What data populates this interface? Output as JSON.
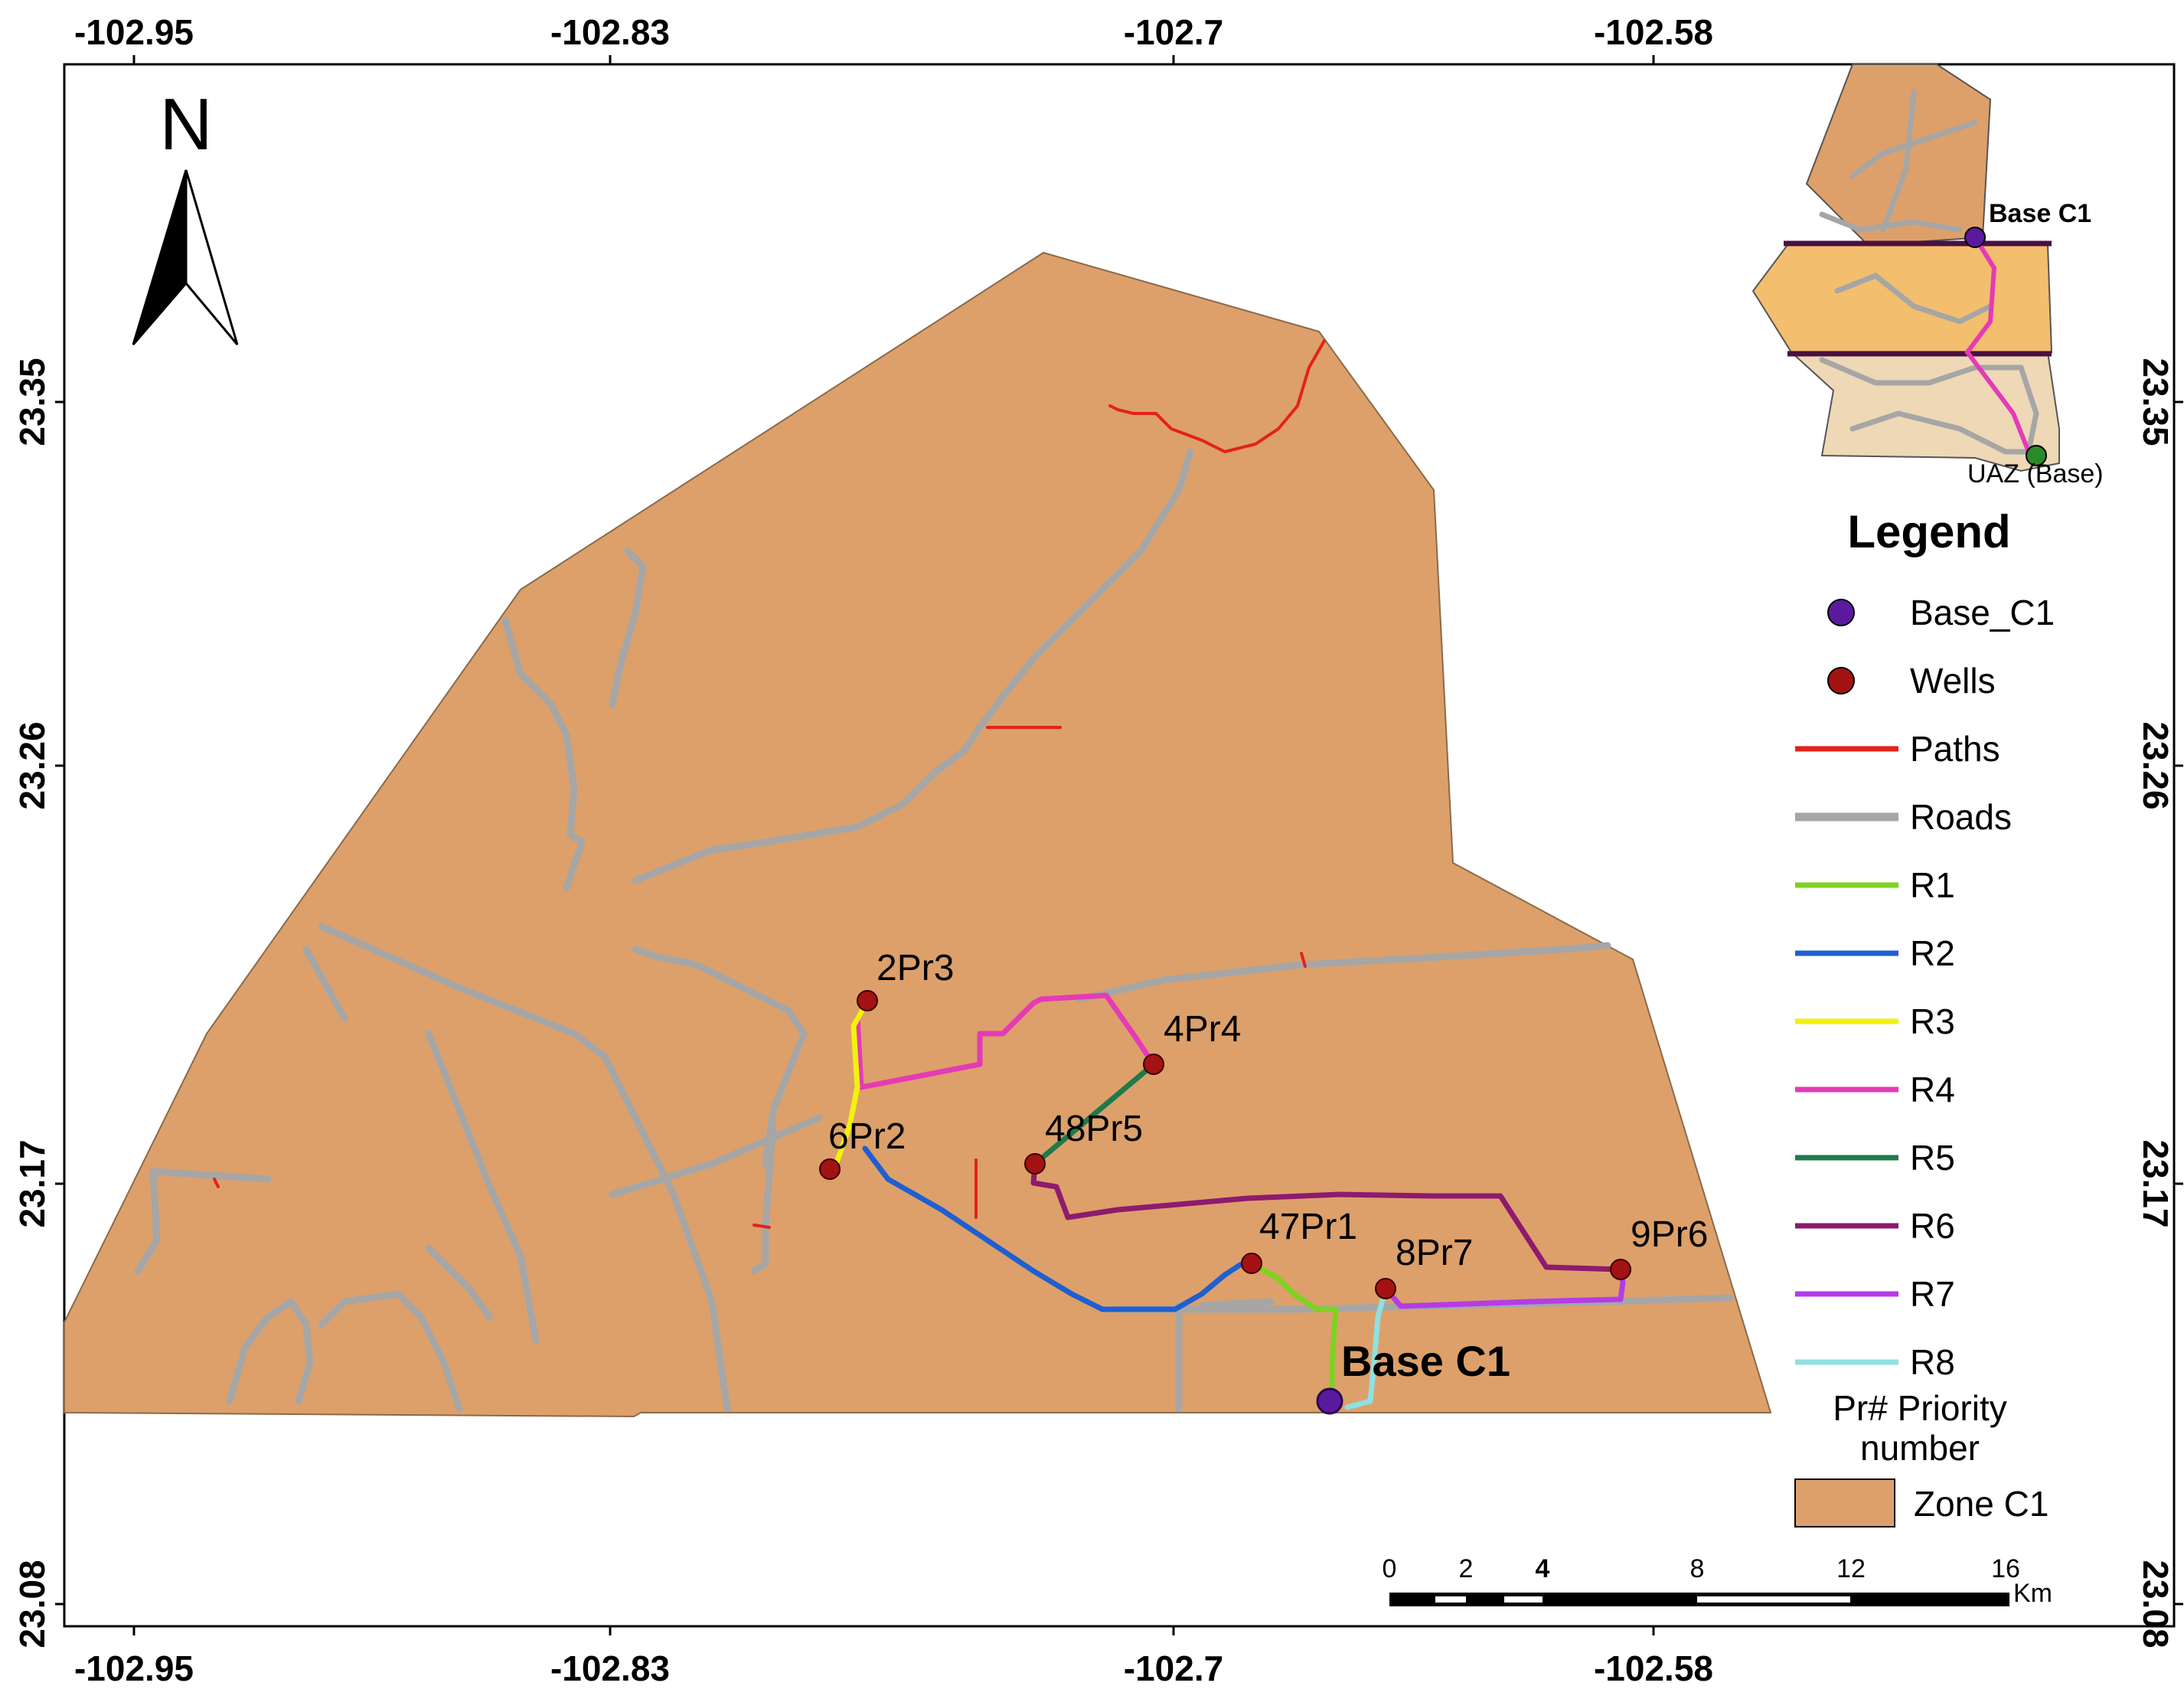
{
  "axes": {
    "x_ticks": [
      "-102.95",
      "-102.83",
      "-102.7",
      "-102.58"
    ],
    "y_ticks": [
      "23.35",
      "23.26",
      "23.17",
      "23.08"
    ]
  },
  "north_arrow": {
    "label": "N"
  },
  "wells": [
    {
      "id": "2Pr3",
      "label": "2Pr3"
    },
    {
      "id": "4Pr4",
      "label": "4Pr4"
    },
    {
      "id": "6Pr2",
      "label": "6Pr2"
    },
    {
      "id": "48Pr5",
      "label": "48Pr5"
    },
    {
      "id": "47Pr1",
      "label": "47Pr1"
    },
    {
      "id": "8Pr7",
      "label": "8Pr7"
    },
    {
      "id": "9Pr6",
      "label": "9Pr6"
    }
  ],
  "base_label": "Base C1",
  "legend": {
    "title": "Legend",
    "items": [
      {
        "label": "Base_C1",
        "symbol": "point",
        "color": "#5b1a9e"
      },
      {
        "label": "Wells",
        "symbol": "point",
        "color": "#a41212"
      },
      {
        "label": "Paths",
        "symbol": "line",
        "color": "#e2231a"
      },
      {
        "label": "Roads",
        "symbol": "road",
        "color": "#a6a6a6"
      },
      {
        "label": "R1",
        "symbol": "line",
        "color": "#7ed321"
      },
      {
        "label": "R2",
        "symbol": "line",
        "color": "#1f5fd1"
      },
      {
        "label": "R3",
        "symbol": "line",
        "color": "#f2f20d"
      },
      {
        "label": "R4",
        "symbol": "line",
        "color": "#e43bb6"
      },
      {
        "label": "R5",
        "symbol": "line",
        "color": "#1f7a4a"
      },
      {
        "label": "R6",
        "symbol": "line",
        "color": "#8e1a6e"
      },
      {
        "label": "R7",
        "symbol": "line",
        "color": "#b43ce6"
      },
      {
        "label": "R8",
        "symbol": "line",
        "color": "#8fe0e0"
      }
    ],
    "priority_note_1": "Pr#  Priority",
    "priority_note_2": "number",
    "zone": {
      "label": "Zone C1",
      "color": "#dda06a"
    }
  },
  "scale_bar": {
    "ticks": [
      "0",
      "2",
      "4",
      "8",
      "12",
      "16"
    ],
    "unit": "Km"
  },
  "inset": {
    "base_label": "Base C1",
    "uaz_label": "UAZ (Base)"
  },
  "colors": {
    "zone_fill": "#dda06a",
    "road": "#a6a6a6",
    "path": "#e2231a",
    "base": "#5b1a9e",
    "well": "#a41212",
    "frame": "#000000"
  }
}
